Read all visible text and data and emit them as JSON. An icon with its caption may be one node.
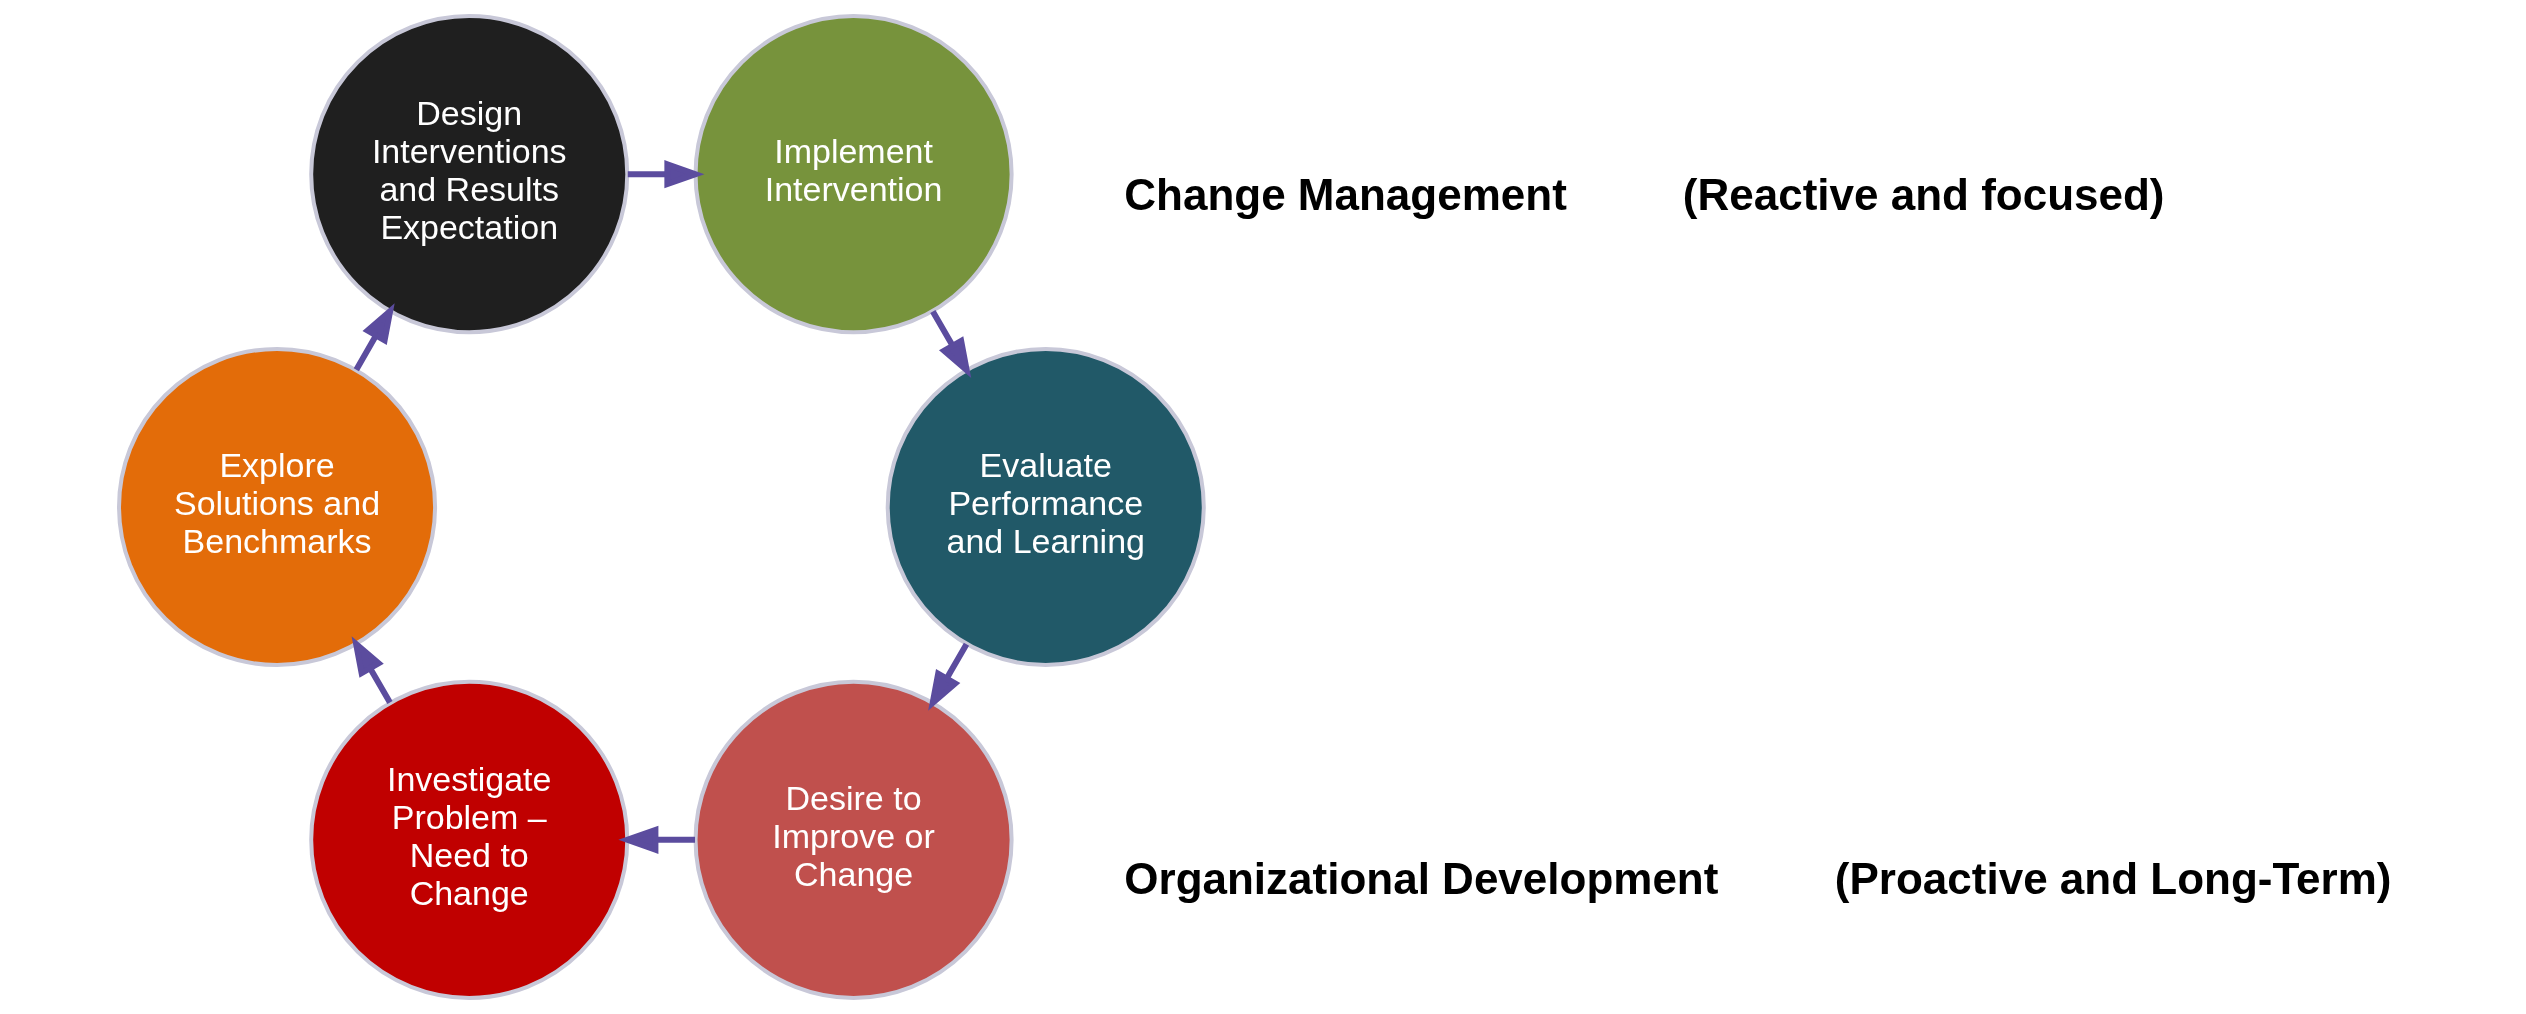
{
  "diagram": {
    "nodes": [
      {
        "text": [
          "Desire to Improve or Change"
        ]
      },
      {
        "text": [
          "Investigate Problem – Need to Change"
        ]
      },
      {
        "text": [
          "Explore Solutions and Benchmarks"
        ]
      },
      {
        "text": [
          "Design Interventions and Results Expectation"
        ]
      },
      {
        "text": [
          "Implement Intervention"
        ]
      },
      {
        "text": [
          "Evaluate Performance and Learning"
        ]
      }
    ],
    "edges": [
      {
        "from": 0,
        "to": 1,
        "arrow": "to"
      },
      {
        "from": 1,
        "to": 2,
        "arrow": "to"
      },
      {
        "from": 2,
        "to": 3,
        "arrow": "to"
      },
      {
        "from": 3,
        "to": 4,
        "arrow": "to"
      },
      {
        "from": 4,
        "to": 5,
        "arrow": "to"
      },
      {
        "from": 5,
        "to": 0,
        "arrow": "to"
      }
    ],
    "labels": [
      "Change Management",
      "(Reactive and focused)",
      "Organizational Development",
      "(Proactive and Long-Term)"
    ]
  }
}
